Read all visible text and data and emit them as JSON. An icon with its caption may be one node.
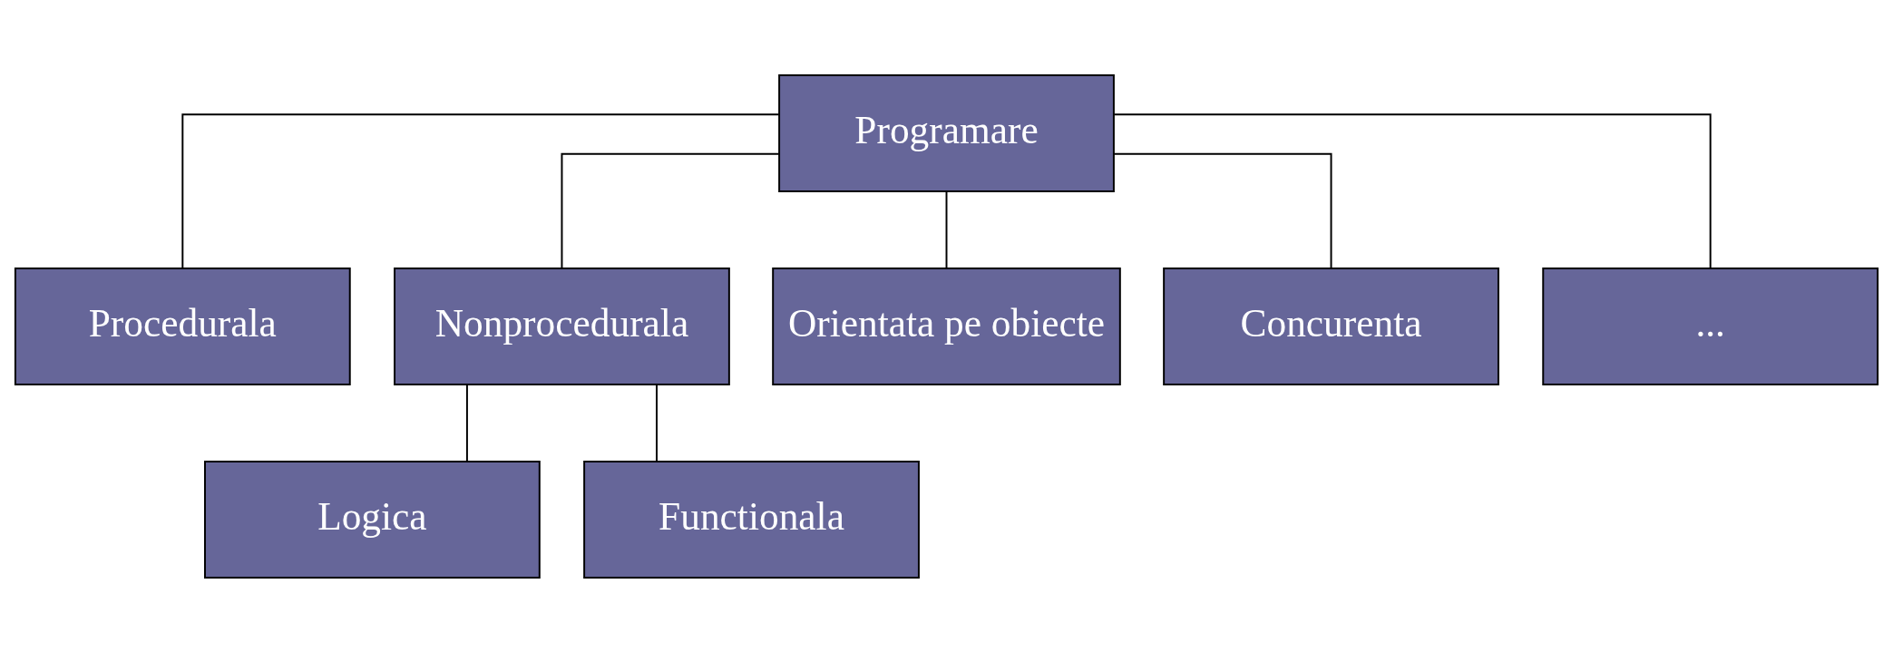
{
  "diagram": {
    "nodes": [
      {
        "text": [
          "Programare"
        ]
      },
      {
        "text": [
          "Procedurala"
        ]
      },
      {
        "text": [
          "Nonprocedurala"
        ]
      },
      {
        "text": [
          "Orientata pe obiecte"
        ]
      },
      {
        "text": [
          "Concurenta"
        ]
      },
      {
        "text": [
          "..."
        ]
      },
      {
        "text": [
          "Logica"
        ]
      },
      {
        "text": [
          "Functionala"
        ]
      }
    ],
    "edges": [
      {
        "from": 0,
        "to": 1,
        "arrow": "none"
      },
      {
        "from": 0,
        "to": 2,
        "arrow": "none"
      },
      {
        "from": 0,
        "to": 3,
        "arrow": "none"
      },
      {
        "from": 0,
        "to": 4,
        "arrow": "none"
      },
      {
        "from": 0,
        "to": 5,
        "arrow": "none"
      },
      {
        "from": 2,
        "to": 6,
        "arrow": "none"
      },
      {
        "from": 2,
        "to": 7,
        "arrow": "none"
      }
    ]
  }
}
